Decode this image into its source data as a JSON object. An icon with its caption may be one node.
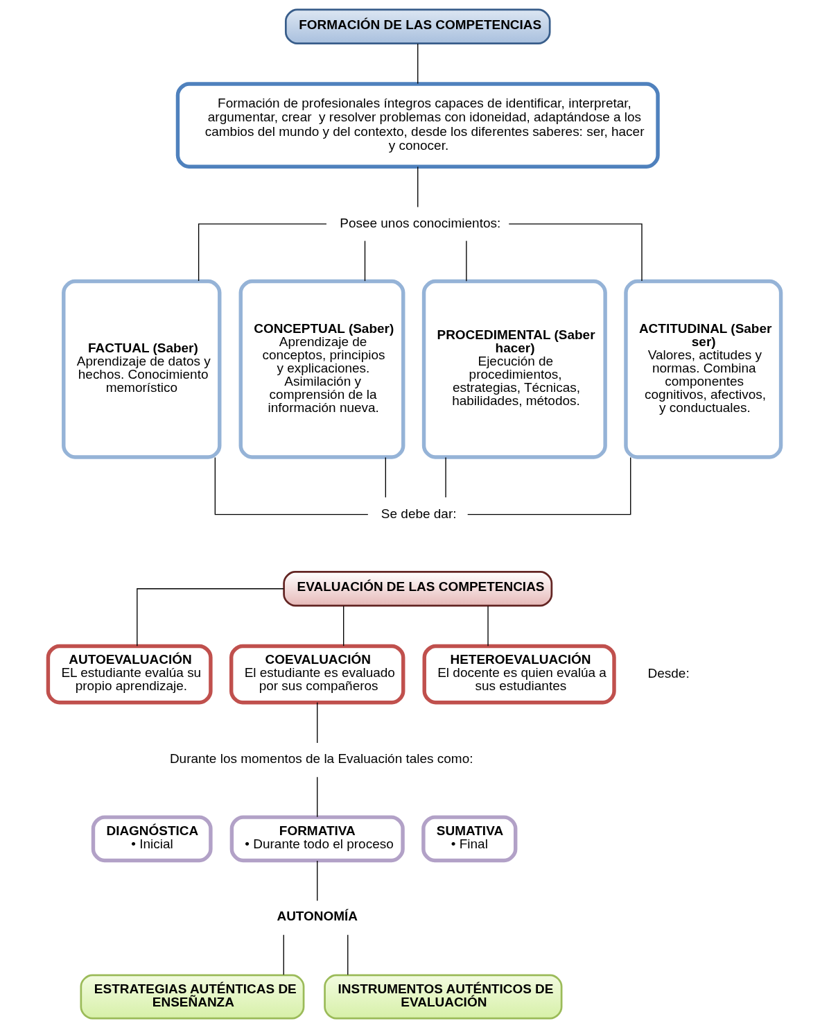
{
  "diagram": {
    "nodes": [
      {
        "text": [
          "FORMACIÓN DE LAS COMPETENCIAS"
        ]
      },
      {
        "text": [
          "Formación de profesionales íntegros capaces de identificar, interpretar, argumentar, crear  y resolver problemas con idoneidad, adaptándose a los cambios del mundo y del contexto, desde los diferentes saberes: ser, hacer y conocer."
        ]
      },
      {
        "text": [
          "Posee unos conocimientos:"
        ]
      },
      {
        "text": [
          "FACTUAL (Saber)",
          "Aprendizaje de datos y hechos. Conocimiento memorístico"
        ]
      },
      {
        "text": [
          "CONCEPTUAL (Saber)",
          "Aprendizaje de conceptos, principios y explicaciones. Asimilación y comprensión de la información nueva."
        ]
      },
      {
        "text": [
          "PROCEDIMENTAL (Saber hacer)",
          "Ejecución de procedimientos, estrategias, Técnicas, habilidades, métodos."
        ]
      },
      {
        "text": [
          "ACTITUDINAL (Saber ser)",
          "Valores, actitudes y normas. Combina componentes cognitivos, afectivos, y conductuales."
        ]
      },
      {
        "text": [
          "Se debe dar:"
        ]
      },
      {
        "text": [
          "EVALUACIÓN DE LAS COMPETENCIAS"
        ]
      },
      {
        "text": [
          "AUTOEVALUACIÓN",
          "EL estudiante evalúa su propio aprendizaje."
        ]
      },
      {
        "text": [
          "COEVALUACIÓN",
          "El estudiante es evaluado por sus compañeros"
        ]
      },
      {
        "text": [
          "HETEROEVALUACIÓN",
          "El docente es quien evalúa a sus estudiantes"
        ]
      },
      {
        "text": [
          "Durante los momentos de la Evaluación tales como:"
        ]
      },
      {
        "text": [
          "DIAGNÓSTICA",
          "• Inicial"
        ]
      },
      {
        "text": [
          "FORMATIVA",
          "• Durante todo el proceso"
        ]
      },
      {
        "text": [
          "SUMATIVA",
          "• Final"
        ]
      },
      {
        "text": [
          "AUTONOMÍA"
        ]
      },
      {
        "text": [
          "ESTRATEGIAS AUTÉNTICAS DE ENSEÑANZA"
        ]
      },
      {
        "text": [
          "INSTRUMENTOS AUTÉNTICOS DE EVALUACIÓN"
        ]
      }
    ],
    "edges": [
      {
        "from": 0,
        "to": 1,
        "arrow": "none"
      },
      {
        "from": 1,
        "to": 2,
        "arrow": "none"
      },
      {
        "from": 2,
        "to": 3,
        "arrow": "none"
      },
      {
        "from": 2,
        "to": 4,
        "arrow": "none"
      },
      {
        "from": 2,
        "to": 5,
        "arrow": "none"
      },
      {
        "from": 2,
        "to": 6,
        "arrow": "none"
      },
      {
        "from": 3,
        "to": 7,
        "arrow": "none"
      },
      {
        "from": 4,
        "to": 7,
        "arrow": "none"
      },
      {
        "from": 5,
        "to": 7,
        "arrow": "none"
      },
      {
        "from": 6,
        "to": 7,
        "arrow": "none"
      },
      {
        "from": 8,
        "to": 9,
        "arrow": "none"
      },
      {
        "from": 8,
        "to": 10,
        "arrow": "none"
      },
      {
        "from": 8,
        "to": 11,
        "arrow": "none"
      },
      {
        "from": 10,
        "to": 12,
        "arrow": "none"
      },
      {
        "from": 12,
        "to": 14,
        "arrow": "none"
      },
      {
        "from": 14,
        "to": 16,
        "arrow": "none"
      },
      {
        "from": 16,
        "to": 17,
        "arrow": "none"
      },
      {
        "from": 16,
        "to": 18,
        "arrow": "none"
      }
    ],
    "labels": [
      "Desde:"
    ]
  }
}
